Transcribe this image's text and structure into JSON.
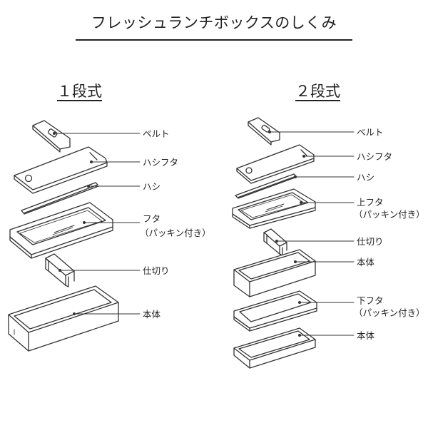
{
  "title": "フレッシュランチボックスのしくみ",
  "one_tier": {
    "heading": "１段式",
    "labels": {
      "belt": "ベルト",
      "chopstick_lid": "ハシフタ",
      "chopsticks": "ハシ",
      "lid_line1": "フタ",
      "lid_line2": "（パッキン付き）",
      "divider": "仕切り",
      "body": "本体"
    }
  },
  "two_tier": {
    "heading": "２段式",
    "labels": {
      "belt": "ベルト",
      "chopstick_lid": "ハシフタ",
      "chopsticks": "ハシ",
      "upper_lid_line1": "上フタ",
      "upper_lid_line2": "（パッキン付き）",
      "divider": "仕切り",
      "upper_body": "本体",
      "lower_lid_line1": "下フタ",
      "lower_lid_line2": "（パッキン付き）",
      "lower_body": "本体"
    }
  }
}
